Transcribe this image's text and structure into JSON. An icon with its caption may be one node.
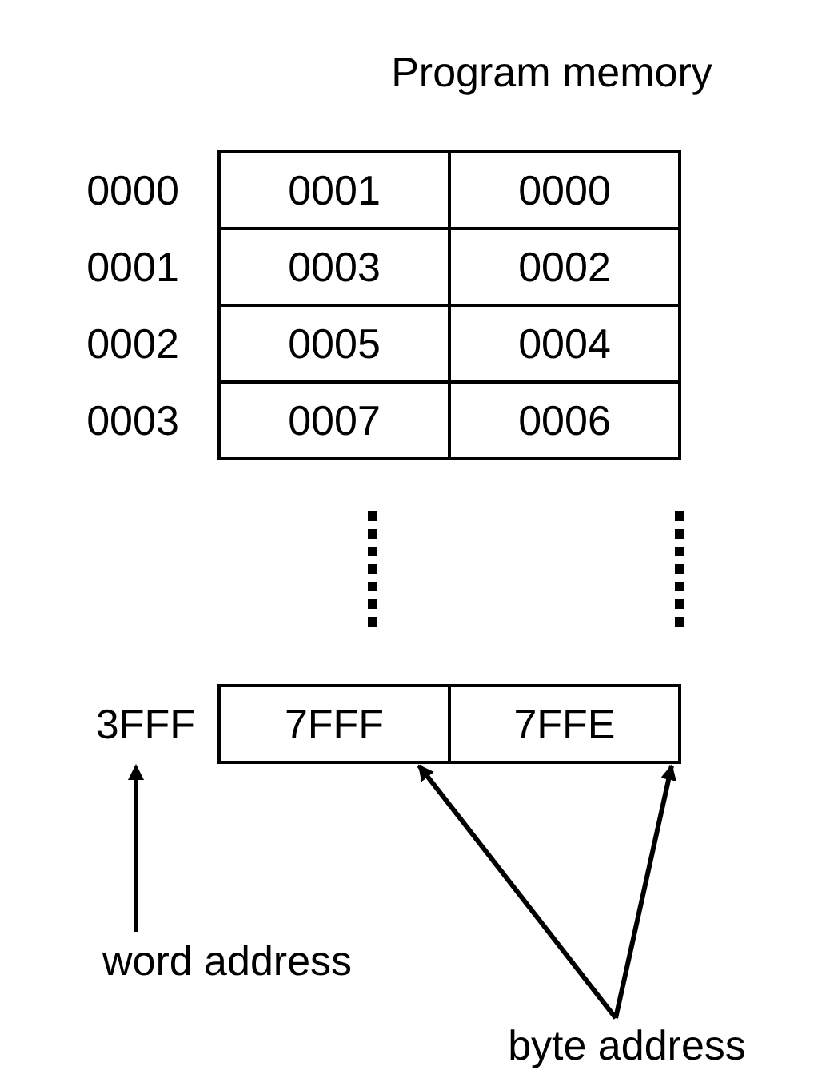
{
  "diagram": {
    "title": "Program memory",
    "nodes": [
      {
        "text": [
          "0001"
        ]
      },
      {
        "text": [
          "0000"
        ]
      },
      {
        "text": [
          "0003"
        ]
      },
      {
        "text": [
          "0002"
        ]
      },
      {
        "text": [
          "0005"
        ]
      },
      {
        "text": [
          "0004"
        ]
      },
      {
        "text": [
          "0007"
        ]
      },
      {
        "text": [
          "0006"
        ]
      },
      {
        "text": [
          "3FFF"
        ]
      },
      {
        "text": [
          "7FFF"
        ]
      },
      {
        "text": [
          "7FFE"
        ]
      },
      {
        "text": [
          "word address"
        ]
      },
      {
        "text": [
          "byte address"
        ]
      }
    ],
    "edges": [
      {
        "from": 11,
        "to": 8,
        "arrow": "to"
      },
      {
        "from": 12,
        "to": 9,
        "arrow": "to"
      },
      {
        "from": 12,
        "to": 10,
        "arrow": "to"
      }
    ],
    "labels": [
      "0000",
      "0001",
      "0002",
      "0003"
    ]
  }
}
